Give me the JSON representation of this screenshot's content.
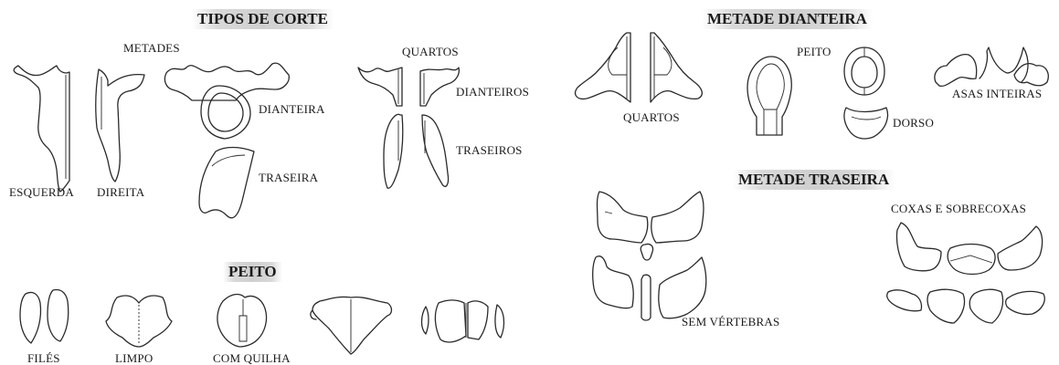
{
  "headings": {
    "tipos": "TIPOS DE CORTE",
    "peito": "PEITO",
    "dianteira": "METADE DIANTEIRA",
    "traseira": "METADE TRASEIRA"
  },
  "labels": {
    "metades": "METADES",
    "esquerda": "ESQUERDA",
    "direita": "DIREITA",
    "dianteira": "DIANTEIRA",
    "traseira": "TRASEIRA",
    "quartos": "QUARTOS",
    "dianteiros": "DIANTEIROS",
    "traseiros": "TRASEIROS",
    "files": "FILÉS",
    "limpo": "LIMPO",
    "com_quilha": "COM QUILHA",
    "md_quartos": "QUARTOS",
    "md_peito": "PEITO",
    "md_dorso": "DORSO",
    "md_asas": "ASAS INTEIRAS",
    "mt_sem_vertebras": "SEM VÉRTEBRAS",
    "mt_coxas": "COXAS E SOBRECOXAS"
  }
}
